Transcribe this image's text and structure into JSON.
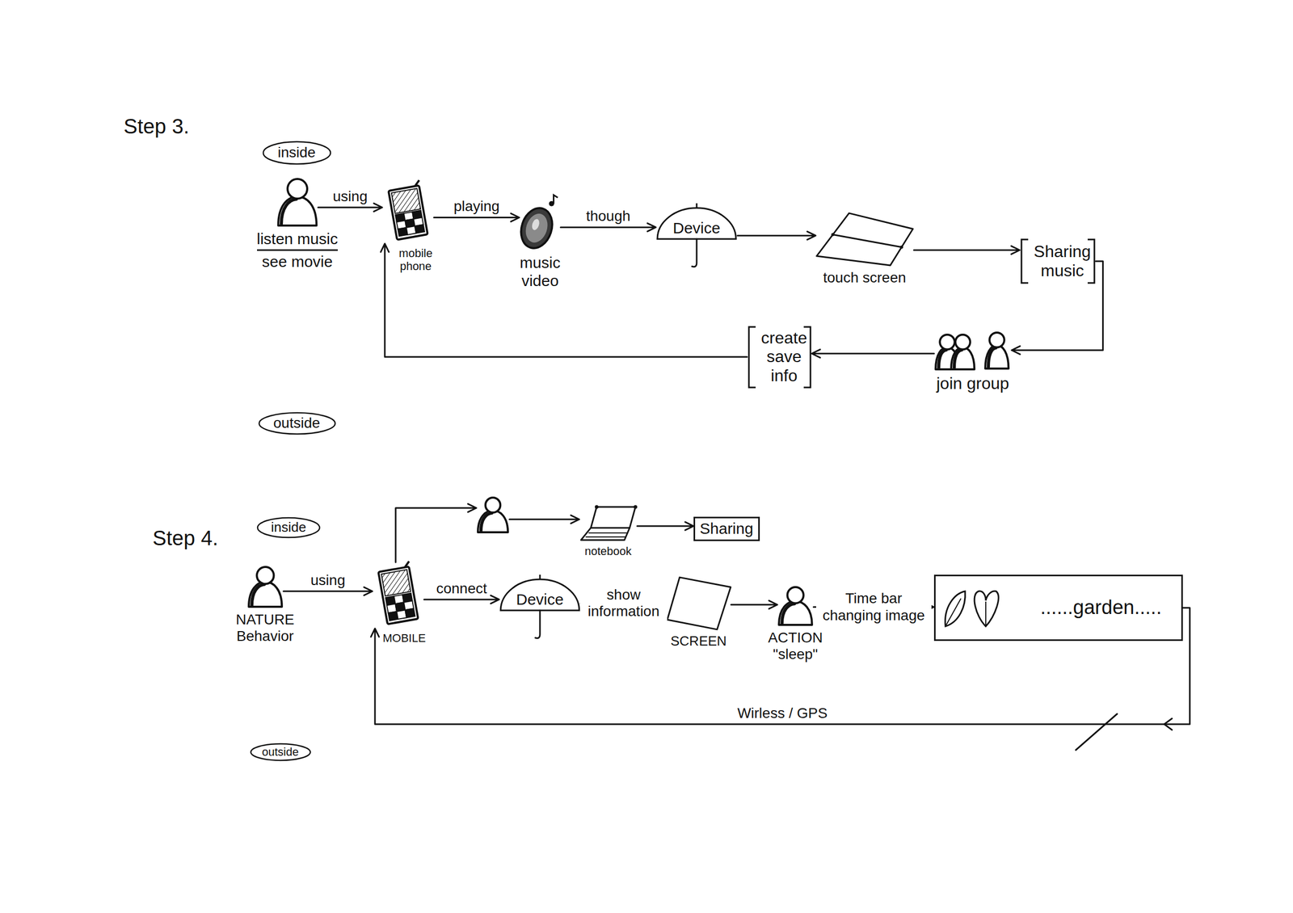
{
  "diagram": {
    "nodes": [
      {
        "text": [
          "inside"
        ]
      },
      {
        "text": [
          "listen music",
          "see movie"
        ]
      },
      {
        "text": [
          "mobile phone"
        ]
      },
      {
        "text": [
          "music video"
        ]
      },
      {
        "text": [
          "Device"
        ]
      },
      {
        "text": [
          "touch screen"
        ]
      },
      {
        "text": [
          "Sharing music"
        ]
      },
      {
        "text": [
          "join group"
        ]
      },
      {
        "text": [
          "create save info"
        ]
      },
      {
        "text": [
          "outside"
        ]
      },
      {
        "text": [
          "inside"
        ]
      },
      {
        "text": [
          "NATURE Behavior"
        ]
      },
      {
        "text": [
          "MOBILE"
        ]
      },
      {
        "text": []
      },
      {
        "text": [
          "notebook"
        ]
      },
      {
        "text": [
          "Sharing"
        ]
      },
      {
        "text": [
          "Device"
        ]
      },
      {
        "text": [
          "SCREEN"
        ]
      },
      {
        "text": [
          "ACTION \"sleep\""
        ]
      },
      {
        "text": [
          "......garden....."
        ]
      },
      {
        "text": [
          "outside"
        ]
      }
    ],
    "edges": [
      {
        "from": 1,
        "to": 2,
        "arrow": "to",
        "label": "using"
      },
      {
        "from": 2,
        "to": 3,
        "arrow": "to",
        "label": "playing"
      },
      {
        "from": 3,
        "to": 4,
        "arrow": "to",
        "label": "though"
      },
      {
        "from": 4,
        "to": 5,
        "arrow": "to"
      },
      {
        "from": 5,
        "to": 6,
        "arrow": "to"
      },
      {
        "from": 6,
        "to": 7,
        "arrow": "to"
      },
      {
        "from": 7,
        "to": 8,
        "arrow": "to"
      },
      {
        "from": 8,
        "to": 2,
        "arrow": "to"
      },
      {
        "from": 11,
        "to": 12,
        "arrow": "to",
        "label": "using"
      },
      {
        "from": 12,
        "to": 13,
        "arrow": "to"
      },
      {
        "from": 13,
        "to": 14,
        "arrow": "to"
      },
      {
        "from": 14,
        "to": 15,
        "arrow": "to"
      },
      {
        "from": 12,
        "to": 16,
        "arrow": "to",
        "label": "connect"
      },
      {
        "from": 16,
        "to": 17,
        "arrow": "to",
        "label": "show information"
      },
      {
        "from": 17,
        "to": 18,
        "arrow": "to"
      },
      {
        "from": 18,
        "to": 19,
        "arrow": "to",
        "label": "Time bar changing image"
      },
      {
        "from": 19,
        "to": 12,
        "arrow": "to",
        "label": "Wirless / GPS"
      }
    ],
    "labels": [
      "Step 3.",
      "Step 4."
    ]
  }
}
